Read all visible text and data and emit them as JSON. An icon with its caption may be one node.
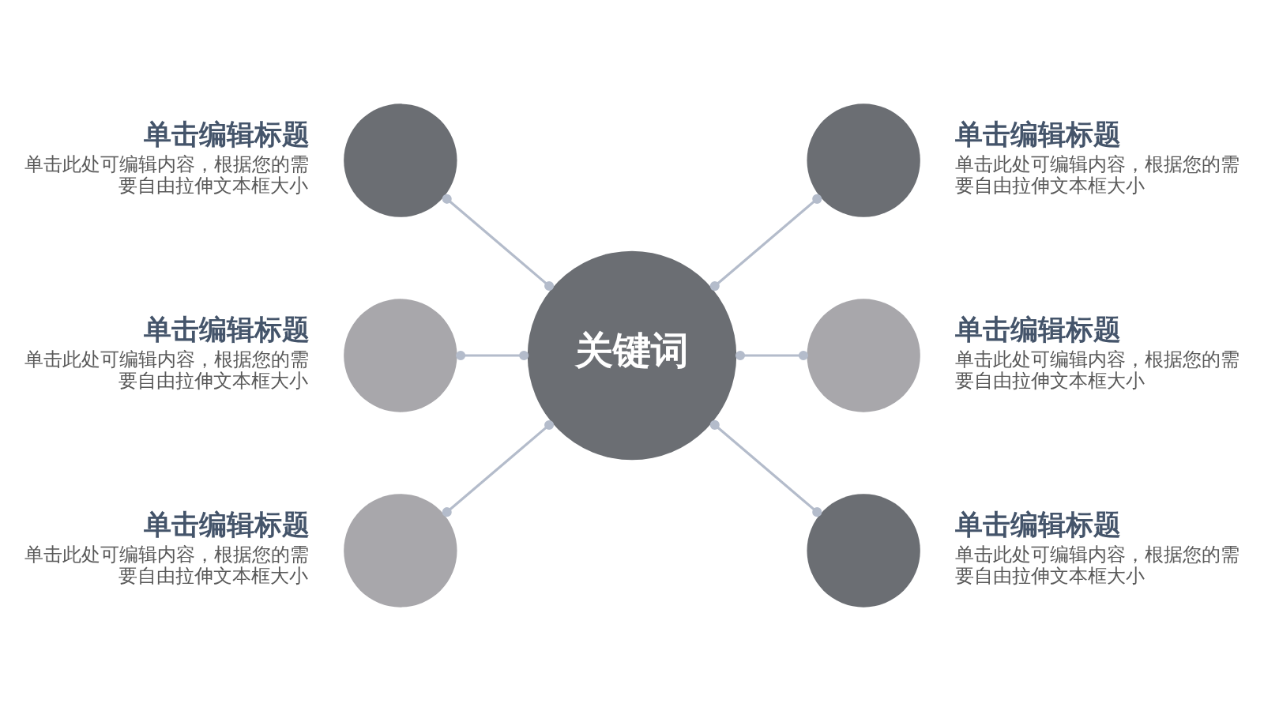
{
  "diagram": {
    "nodes": [
      {
        "text": [],
        "shape": "circle",
        "beside": [
          "单击编辑标题",
          "单击此处可编辑内容，根据您的需要自由拉伸文本框大小"
        ]
      },
      {
        "text": [],
        "shape": "circle",
        "beside": [
          "单击编辑标题",
          "单击此处可编辑内容，根据您的需要自由拉伸文本框大小"
        ]
      },
      {
        "text": [],
        "shape": "circle",
        "beside": [
          "单击编辑标题",
          "单击此处可编辑内容，根据您的需要自由拉伸文本框大小"
        ]
      },
      {
        "text": [
          "关键词"
        ]
      },
      {
        "text": [],
        "shape": "circle",
        "beside": [
          "单击编辑标题",
          "单击此处可编辑内容，根据您的需要自由拉伸文本框大小"
        ]
      },
      {
        "text": [],
        "shape": "circle",
        "beside": [
          "单击编辑标题",
          "单击此处可编辑内容，根据您的需要自由拉伸文本框大小"
        ]
      },
      {
        "text": [],
        "shape": "circle",
        "beside": [
          "单击编辑标题",
          "单击此处可编辑内容，根据您的需要自由拉伸文本框大小"
        ]
      }
    ],
    "edges": [
      {
        "from": 0,
        "to": 3,
        "arrow": "other"
      },
      {
        "from": 3,
        "to": 1,
        "arrow": "other"
      },
      {
        "from": 2,
        "to": 3,
        "arrow": "other"
      },
      {
        "from": 3,
        "to": 4,
        "arrow": "other"
      },
      {
        "from": 5,
        "to": 3,
        "arrow": "other"
      },
      {
        "from": 3,
        "to": 6,
        "arrow": "other"
      }
    ]
  }
}
